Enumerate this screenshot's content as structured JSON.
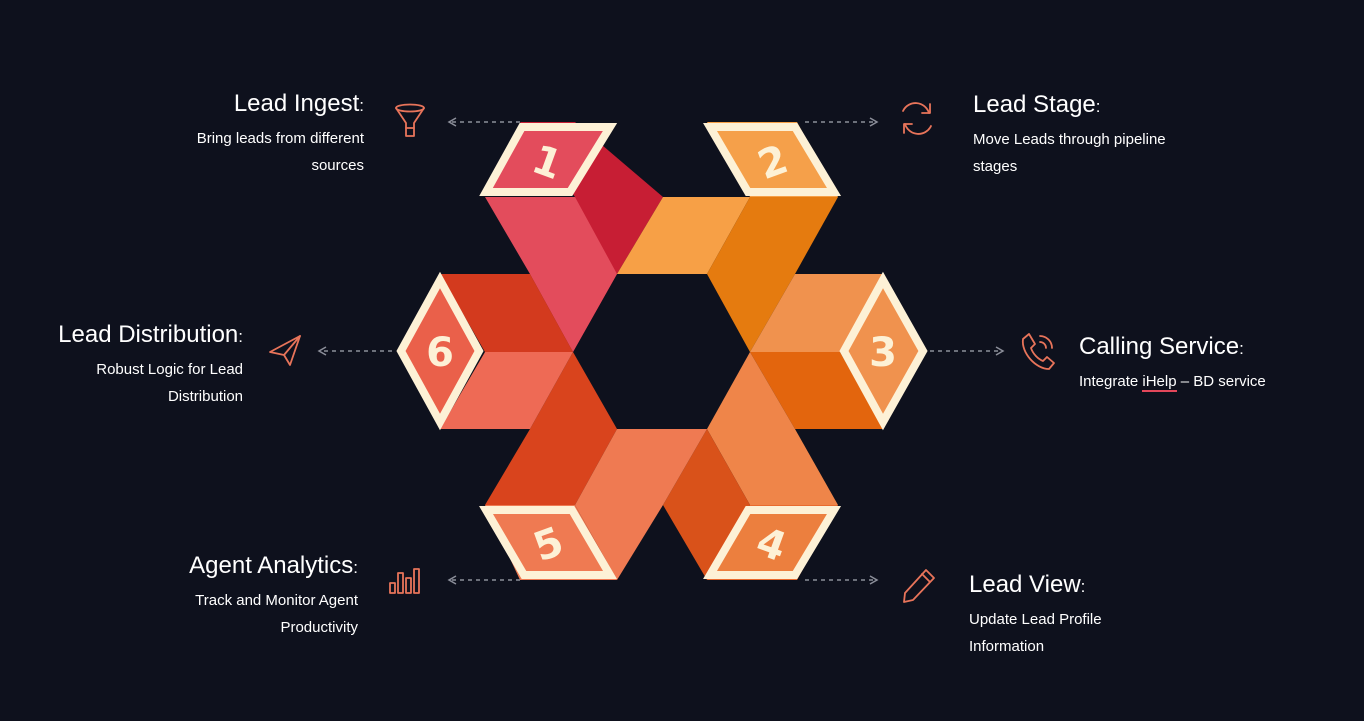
{
  "features": [
    {
      "id": "lead-ingest",
      "title": "Lead Ingest",
      "colon": ":",
      "description": "Bring leads from different sources",
      "icon": "funnel-icon",
      "step": "1"
    },
    {
      "id": "lead-stage",
      "title": "Lead Stage",
      "colon": ":",
      "description": "Move Leads through pipeline stages",
      "icon": "refresh-icon",
      "step": "2"
    },
    {
      "id": "calling-service",
      "title": "Calling Service",
      "colon": ":",
      "description_pre": "Integrate ",
      "description_highlight": "iHelp",
      "description_post": " – BD service",
      "icon": "phone-icon",
      "step": "3"
    },
    {
      "id": "lead-view",
      "title": "Lead View",
      "colon": ":",
      "description": "Update Lead Profile Information",
      "icon": "pencil-icon",
      "step": "4"
    },
    {
      "id": "agent-analytics",
      "title": "Agent Analytics",
      "colon": ":",
      "description": "Track and Monitor Agent Productivity",
      "icon": "bar-chart-icon",
      "step": "5"
    },
    {
      "id": "lead-distribution",
      "title": "Lead Distribution",
      "colon": ":",
      "description": "Robust Logic for Lead Distribution",
      "icon": "paper-plane-icon",
      "step": "6"
    }
  ],
  "colors": {
    "background": "#0e111d",
    "text": "#ffffff",
    "icon_stroke": "#e8745a",
    "badge_border": "#fdf1d6",
    "connector": "#8c8f9a",
    "step1": "#e34c5c",
    "step2": "#f5a04a",
    "step3": "#f0924e",
    "step4": "#e96b2e",
    "step5": "#d9441d",
    "step6": "#d33a1e",
    "highlight_underline": "#e3475a"
  }
}
